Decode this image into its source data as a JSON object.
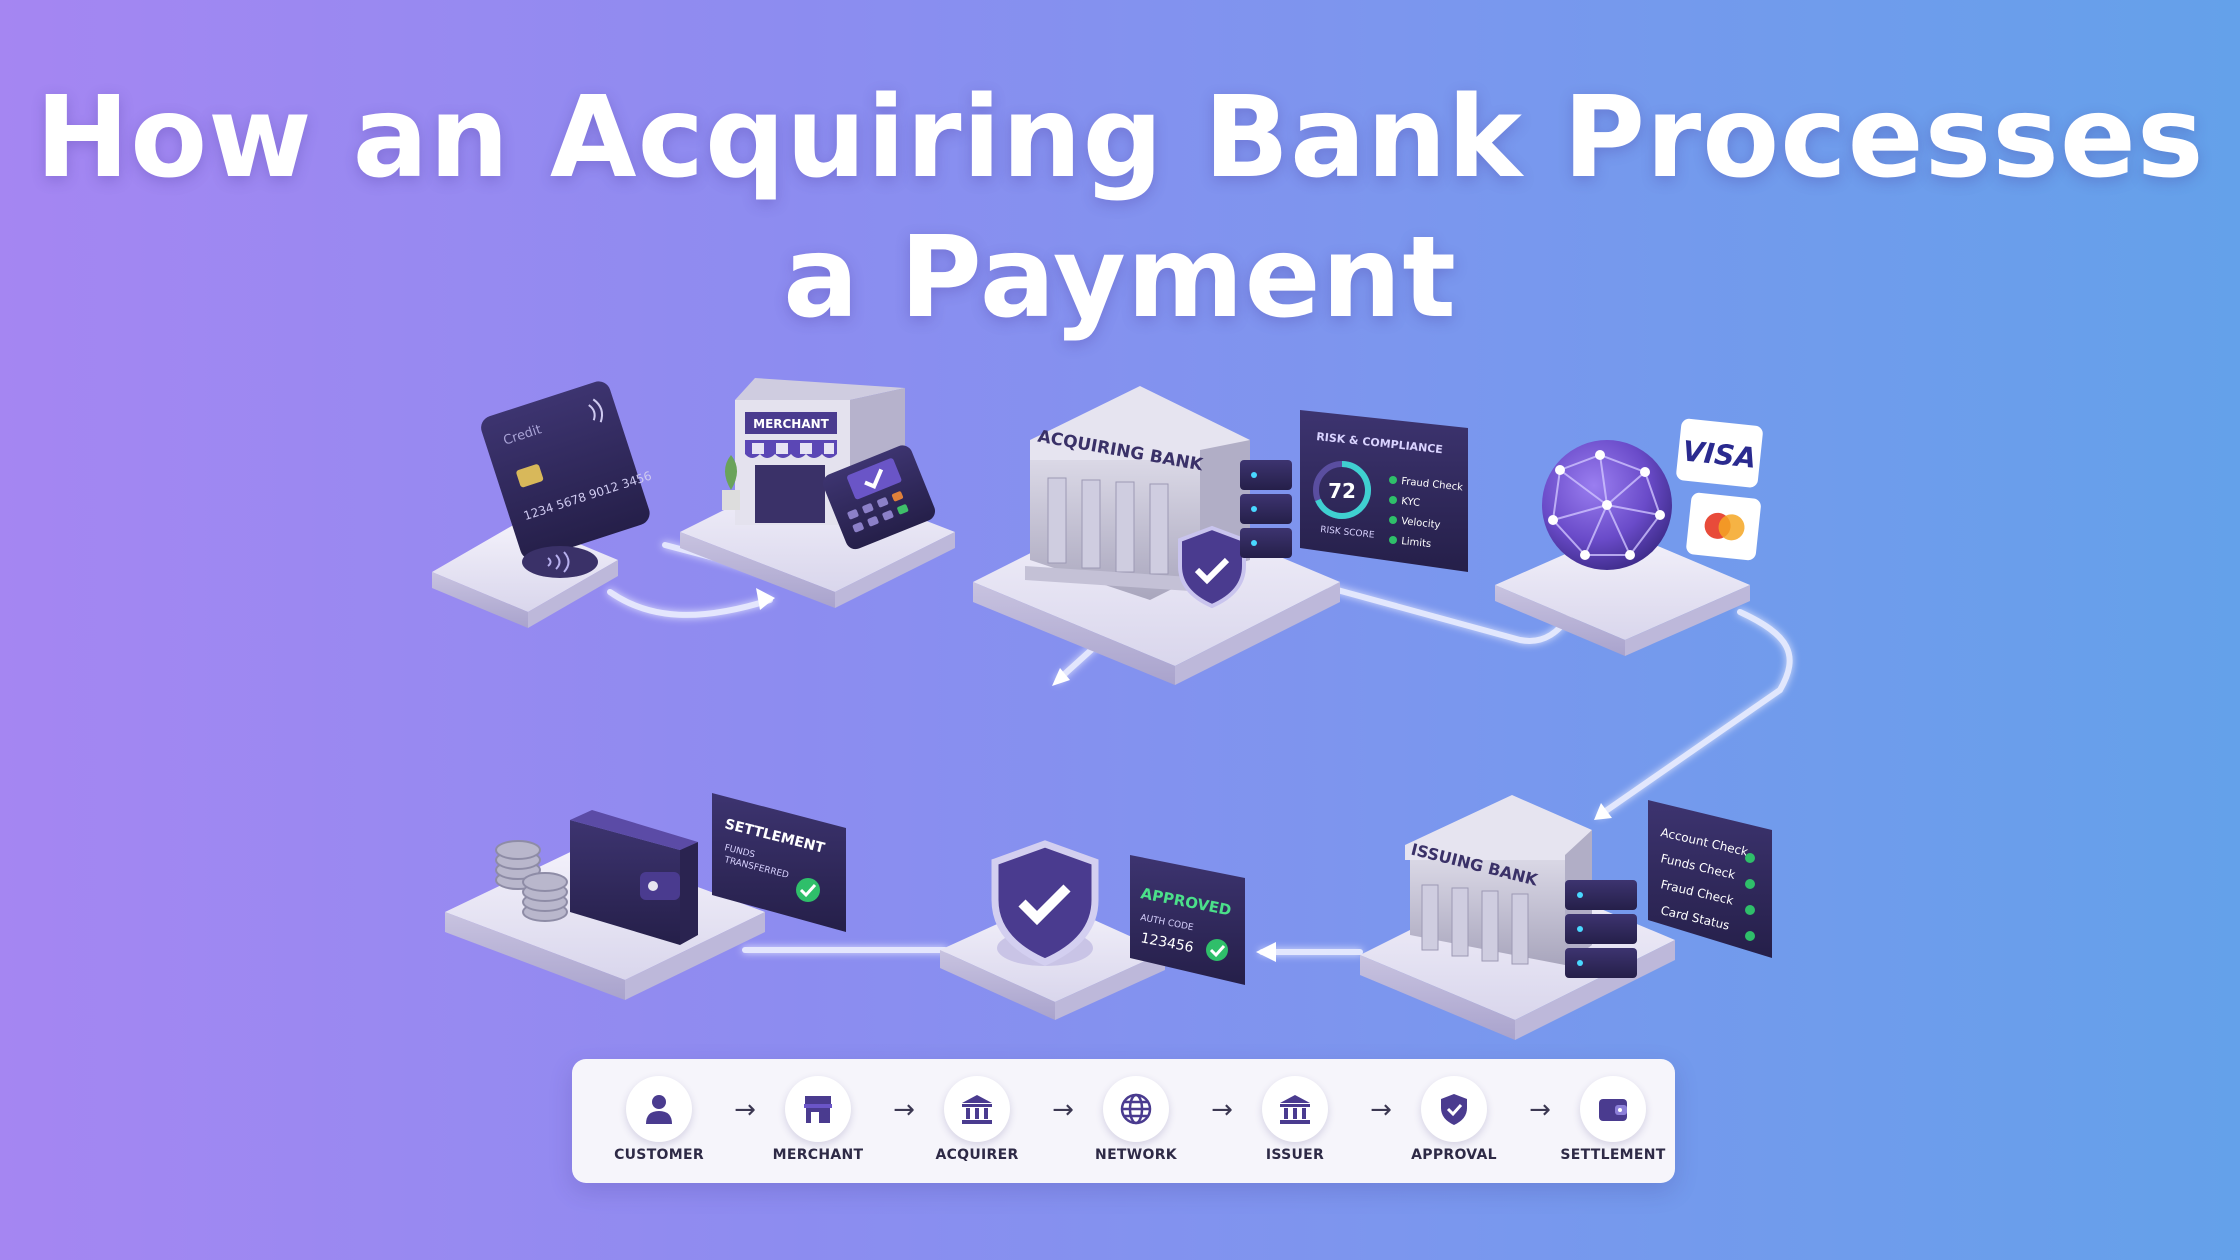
{
  "title": {
    "line1": "How an Acquiring Bank Processes",
    "line2": "a Payment"
  },
  "card": {
    "brand": "Credit",
    "number": "1234 5678 9012 3456"
  },
  "merchant": {
    "sign": "MERCHANT"
  },
  "acquirer": {
    "sign": "ACQUIRING BANK"
  },
  "risk_panel": {
    "title": "RISK & COMPLIANCE",
    "score": "72",
    "score_label": "RISK SCORE",
    "checks": [
      "Fraud Check",
      "KYC",
      "Velocity",
      "Limits"
    ]
  },
  "network": {
    "visa": "VISA"
  },
  "issuer": {
    "sign": "ISSUING BANK",
    "checks": [
      "Account Check",
      "Funds Check",
      "Fraud Check",
      "Card Status"
    ]
  },
  "approved": {
    "title": "APPROVED",
    "code_label": "AUTH CODE",
    "code": "123456"
  },
  "settlement_panel": {
    "title": "SETTLEMENT",
    "line1": "FUNDS",
    "line2": "TRANSFERRED"
  },
  "steps": [
    {
      "label": "CUSTOMER",
      "icon": "person-icon"
    },
    {
      "label": "MERCHANT",
      "icon": "store-icon"
    },
    {
      "label": "ACQUIRER",
      "icon": "bank-icon"
    },
    {
      "label": "NETWORK",
      "icon": "globe-icon"
    },
    {
      "label": "ISSUER",
      "icon": "bank-icon"
    },
    {
      "label": "APPROVAL",
      "icon": "shield-check-icon"
    },
    {
      "label": "SETTLEMENT",
      "icon": "wallet-icon"
    }
  ],
  "arrow_glyph": "→",
  "colors": {
    "purple": "#4a3b8f",
    "green": "#2fbf6a",
    "platform": "#e9e7f4"
  }
}
